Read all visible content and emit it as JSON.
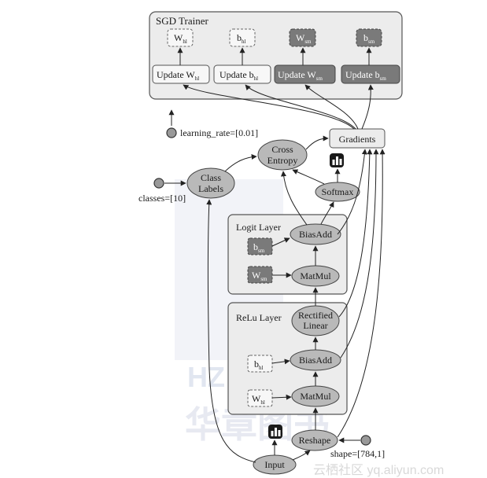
{
  "watermark": {
    "logo_text": "HZ BOOKS",
    "cn_text": "华章图书",
    "url_text": "云栖社区 yq.aliyun.com"
  },
  "trainer": {
    "title": "SGD Trainer",
    "params": [
      {
        "main": "W",
        "sub": "hl",
        "style": "light"
      },
      {
        "main": "b",
        "sub": "hl",
        "style": "light"
      },
      {
        "main": "W",
        "sub": "sm",
        "style": "dark"
      },
      {
        "main": "b",
        "sub": "sm",
        "style": "dark"
      }
    ],
    "updates": [
      {
        "label": "Update W",
        "sub": "hl",
        "style": "light"
      },
      {
        "label": "Update b",
        "sub": "hl",
        "style": "light"
      },
      {
        "label": "Update W",
        "sub": "sm",
        "style": "dark"
      },
      {
        "label": "Update b",
        "sub": "sm",
        "style": "dark"
      }
    ]
  },
  "inputs": {
    "learning_rate": "learning_rate=[0.01]",
    "classes": "classes=[10]",
    "shape": "shape=[784,1]"
  },
  "nodes": {
    "gradients": "Gradients",
    "cross_entropy_1": "Cross",
    "cross_entropy_2": "Entropy",
    "class_labels_1": "Class",
    "class_labels_2": "Labels",
    "softmax": "Softmax",
    "input": "Input",
    "reshape": "Reshape"
  },
  "logit_layer": {
    "title": "Logit Layer",
    "bias_add": "BiasAdd",
    "matmul": "MatMul",
    "bias": {
      "main": "b",
      "sub": "sm"
    },
    "weight": {
      "main": "W",
      "sub": "sm"
    }
  },
  "relu_layer": {
    "title": "ReLu Layer",
    "rectified_1": "Rectified",
    "rectified_2": "Linear",
    "bias_add": "BiasAdd",
    "matmul": "MatMul",
    "bias": {
      "main": "b",
      "sub": "hl"
    },
    "weight": {
      "main": "W",
      "sub": "hl"
    }
  },
  "colors": {
    "panel_fill": "#ececec",
    "node_fill": "#b9b9b9",
    "dark_fill": "#7a7a7a",
    "watermark": "#c9d1e4"
  }
}
